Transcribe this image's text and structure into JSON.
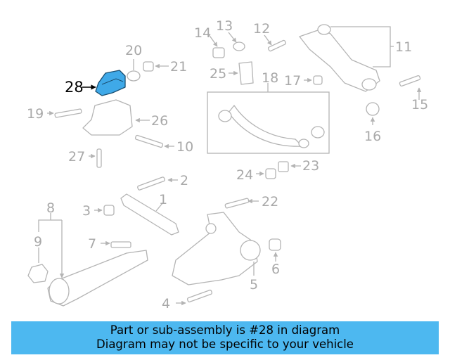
{
  "callouts": {
    "n1": "1",
    "n2": "2",
    "n3": "3",
    "n4": "4",
    "n5": "5",
    "n6": "6",
    "n7": "7",
    "n8": "8",
    "n9": "9",
    "n10": "10",
    "n11": "11",
    "n12": "12",
    "n13": "13",
    "n14": "14",
    "n15": "15",
    "n16": "16",
    "n17": "17",
    "n18": "18",
    "n19": "19",
    "n20": "20",
    "n21": "21",
    "n22": "22",
    "n23": "23",
    "n24": "24",
    "n25": "25",
    "n26": "26",
    "n27": "27",
    "n28": "28"
  },
  "colors": {
    "highlight_part": "#3fa9e8",
    "banner_background": "#4db8f0",
    "line_art": "#b4b4b4"
  },
  "banner": {
    "line1": "Part or sub-assembly is #28 in diagram",
    "line2": "Diagram may not be specific to your vehicle"
  }
}
